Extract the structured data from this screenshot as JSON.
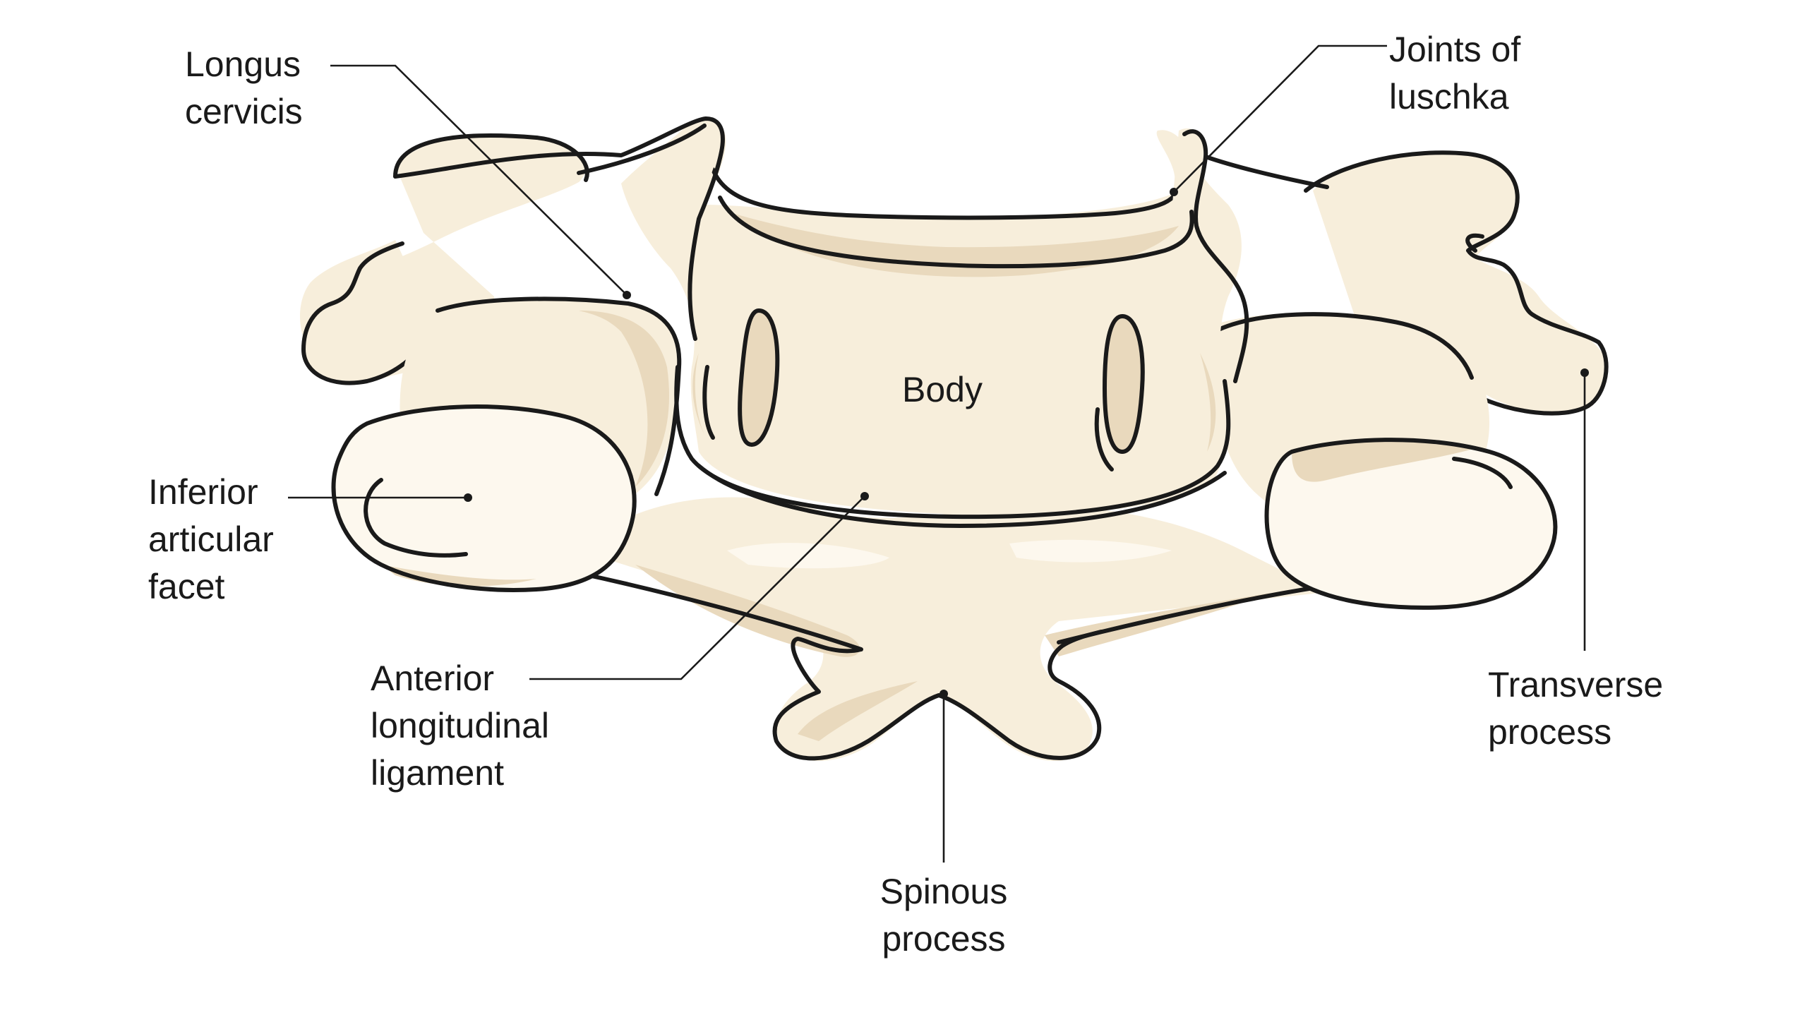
{
  "diagram": {
    "colors": {
      "bone": "#f7eedb",
      "bone_shadow": "#e9d9bd",
      "bone_highlight": "#fdf8ee",
      "outline": "#1a1a1a",
      "background": "#ffffff"
    },
    "labels": {
      "longus_cervicis": [
        "Longus",
        "cervicis"
      ],
      "joints_of_luschka": [
        "Joints of",
        "luschka"
      ],
      "body": [
        "Body"
      ],
      "inferior_articular_facet": [
        "Inferior",
        "articular",
        "facet"
      ],
      "anterior_longitudinal_ligament": [
        "Anterior",
        "longitudinal",
        "ligament"
      ],
      "transverse_process": [
        "Transverse",
        "process"
      ],
      "spinous_process": [
        "Spinous",
        "process"
      ]
    }
  }
}
